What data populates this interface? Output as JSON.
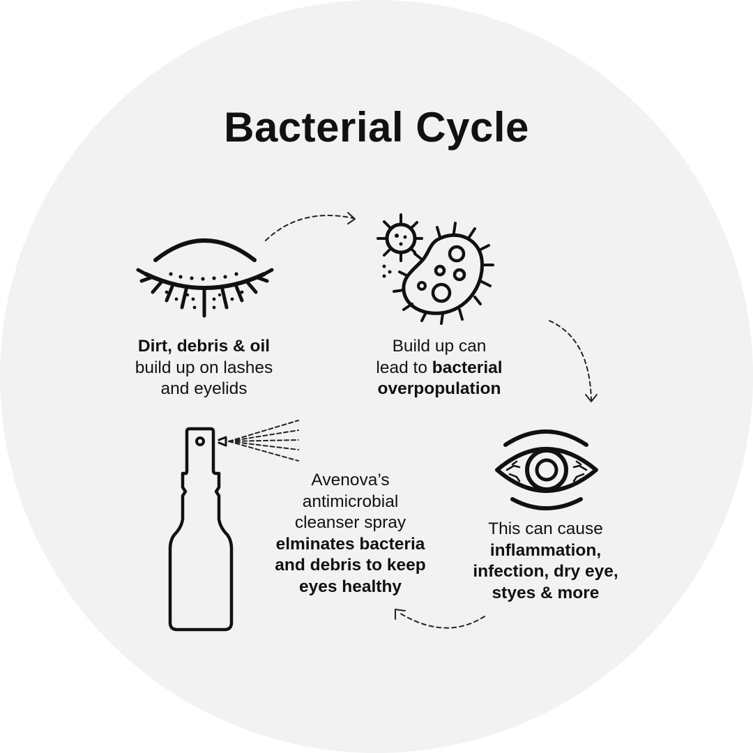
{
  "title": "Bacterial Cycle",
  "steps": [
    {
      "id": "dirt-buildup",
      "icon": "closed-eye-lashes-icon",
      "lines": [
        [
          {
            "text": "Dirt, debris & oil",
            "bold": true
          }
        ],
        [
          {
            "text": "build up on lashes",
            "bold": false
          }
        ],
        [
          {
            "text": "and eyelids",
            "bold": false
          }
        ]
      ]
    },
    {
      "id": "bacterial-overpopulation",
      "icon": "bacteria-icon",
      "lines": [
        [
          {
            "text": "Build up can",
            "bold": false
          }
        ],
        [
          {
            "text": "lead to ",
            "bold": false
          },
          {
            "text": "bacterial",
            "bold": true
          }
        ],
        [
          {
            "text": "overpopulation",
            "bold": true
          }
        ]
      ]
    },
    {
      "id": "eye-conditions",
      "icon": "irritated-eye-icon",
      "lines": [
        [
          {
            "text": "This can cause",
            "bold": false
          }
        ],
        [
          {
            "text": "inflammation,",
            "bold": true
          }
        ],
        [
          {
            "text": "infection, dry eye,",
            "bold": true
          }
        ],
        [
          {
            "text": "styes & more",
            "bold": true
          }
        ]
      ]
    },
    {
      "id": "cleanser-spray",
      "icon": "spray-bottle-icon",
      "lines": [
        [
          {
            "text": "Avenova’s",
            "bold": false
          }
        ],
        [
          {
            "text": "antimicrobial",
            "bold": false
          }
        ],
        [
          {
            "text": "cleanser spray",
            "bold": false
          }
        ],
        [
          {
            "text": "elminates bacteria",
            "bold": true
          }
        ],
        [
          {
            "text": "and debris to keep",
            "bold": true
          }
        ],
        [
          {
            "text": "eyes healthy",
            "bold": true
          }
        ]
      ]
    }
  ],
  "connectors": [
    {
      "from": "dirt-buildup",
      "to": "bacterial-overpopulation",
      "style": "dashed"
    },
    {
      "from": "bacterial-overpopulation",
      "to": "eye-conditions",
      "style": "dashed"
    },
    {
      "from": "eye-conditions",
      "to": "cleanser-spray",
      "style": "dashed"
    }
  ],
  "colors": {
    "background": "#f2f2f2",
    "ink": "#111111"
  }
}
